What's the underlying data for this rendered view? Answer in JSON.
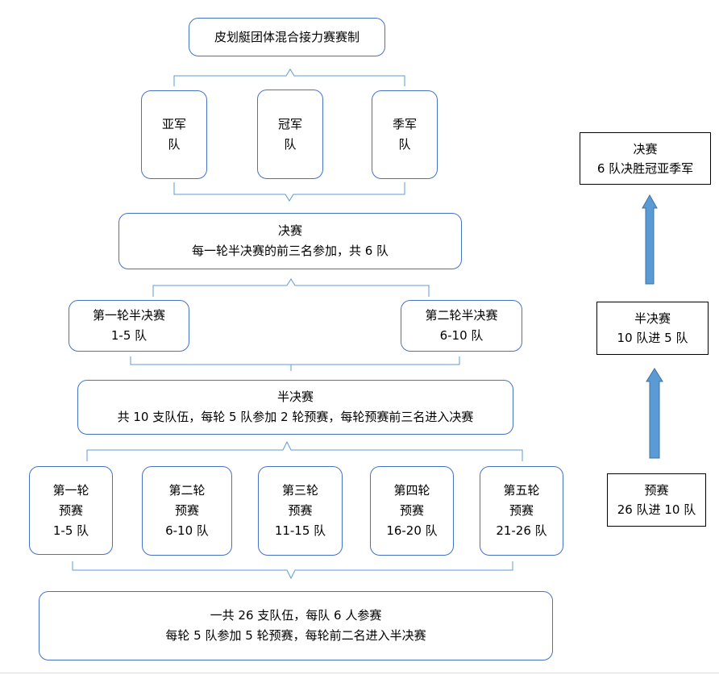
{
  "title": "皮划艇团体混合接力赛赛制",
  "medals": [
    {
      "lines": [
        "亚军",
        "队"
      ]
    },
    {
      "lines": [
        "冠军",
        "队"
      ]
    },
    {
      "lines": [
        "季军",
        "队"
      ]
    }
  ],
  "final": {
    "lines": [
      "决赛",
      "每一轮半决赛的前三名参加，共 6 队"
    ]
  },
  "semi_rounds": [
    {
      "lines": [
        "第一轮半决赛",
        "1-5  队"
      ]
    },
    {
      "lines": [
        "第二轮半决赛",
        "6-10 队"
      ]
    }
  ],
  "semi": {
    "lines": [
      "半决赛",
      "共 10 支队伍，每轮 5 队参加 2 轮预赛，每轮预赛前三名进入决赛"
    ]
  },
  "prelim_rounds": [
    {
      "lines": [
        "第一轮",
        "预赛",
        "1-5 队"
      ]
    },
    {
      "lines": [
        "第二轮",
        "预赛",
        "6-10 队"
      ]
    },
    {
      "lines": [
        "第三轮",
        "预赛",
        "11-15 队"
      ]
    },
    {
      "lines": [
        "第四轮",
        "预赛",
        "16-20 队"
      ]
    },
    {
      "lines": [
        "第五轮",
        "预赛",
        "21-26 队"
      ]
    }
  ],
  "base": {
    "lines": [
      "一共 26 支队伍，每队 6 人参赛",
      "每轮 5 队参加 5 轮预赛，每轮前二名进入半决赛"
    ]
  },
  "side": {
    "final": {
      "lines": [
        "决赛",
        "6 队决胜冠亚季军"
      ]
    },
    "semi": {
      "lines": [
        "半决赛",
        "10 队进 5 队"
      ]
    },
    "prelim": {
      "lines": [
        "预赛",
        "26 队进 10 队"
      ]
    }
  },
  "colors": {
    "border": "#4472c4",
    "bracket": "#5b9bd5",
    "arrow": "#5b9bd5"
  }
}
